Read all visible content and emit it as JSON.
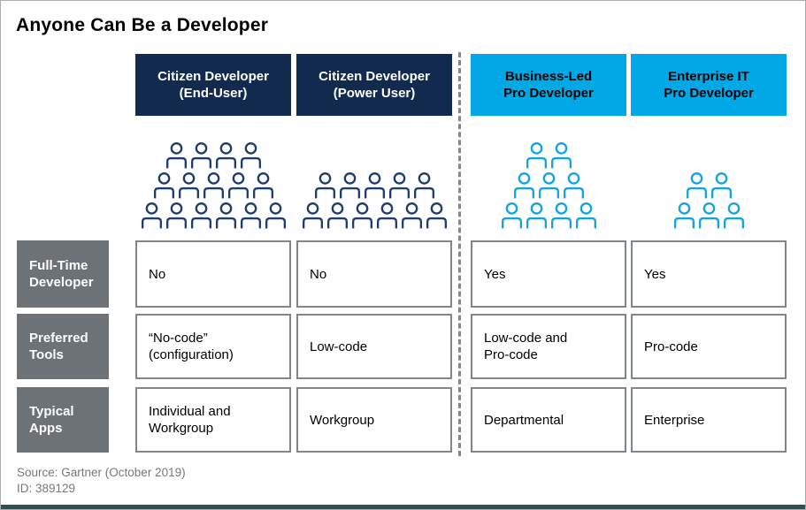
{
  "page": {
    "title": "Anyone Can Be a Developer",
    "source_line1": "Source: Gartner (October 2019)",
    "source_line2": "ID: 389129"
  },
  "colors": {
    "navy": "#122A4E",
    "cyan": "#00A9E6",
    "icon_navy": "#1E3C6E",
    "icon_cyan": "#12A3E0",
    "row_header_gray": "#6D7276",
    "cell_border": "#80858A",
    "footer_bar": "#2F4F4F",
    "muted_text": "#75787B"
  },
  "columns": [
    {
      "id": "citizen-developer-end-user",
      "label": "Citizen Developer\n(End-User)",
      "theme": "navy",
      "people_icon": "person-icon",
      "icon_rows": [
        4,
        5,
        6
      ],
      "people_total": 15
    },
    {
      "id": "citizen-developer-power-user",
      "label": "Citizen Developer\n(Power User)",
      "theme": "navy",
      "people_icon": "person-icon",
      "icon_rows": [
        5,
        6
      ],
      "people_total": 11
    },
    {
      "id": "business-led-pro-developer",
      "label": "Business-Led\nPro Developer",
      "theme": "cyan",
      "people_icon": "person-icon",
      "icon_rows": [
        2,
        3,
        4
      ],
      "people_total": 9
    },
    {
      "id": "enterprise-it-pro-developer",
      "label": "Enterprise IT\nPro Developer",
      "theme": "cyan",
      "people_icon": "person-icon",
      "icon_rows": [
        2,
        3
      ],
      "people_total": 5
    }
  ],
  "table": {
    "rows": [
      {
        "header": "Full-Time\nDeveloper",
        "cells": [
          "No",
          "No",
          "Yes",
          "Yes"
        ]
      },
      {
        "header": "Preferred\nTools",
        "cells": [
          "“No-code”\n(configuration)",
          "Low-code",
          "Low-code and\nPro-code",
          "Pro-code"
        ]
      },
      {
        "header": "Typical\nApps",
        "cells": [
          "Individual and\nWorkgroup",
          "Workgroup",
          "Departmental",
          "Enterprise"
        ]
      }
    ]
  }
}
